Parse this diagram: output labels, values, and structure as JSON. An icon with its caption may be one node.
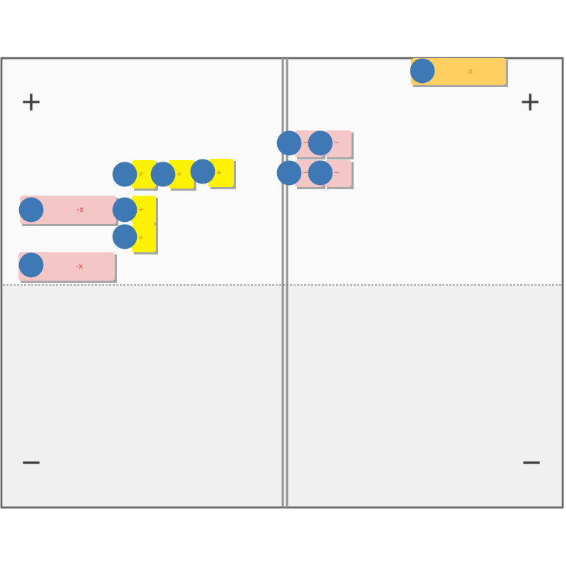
{
  "diagram": {
    "nodes": [
      {
        "text": [
          "x"
        ]
      },
      {
        "text": [
          "−"
        ]
      },
      {
        "text": [
          "−"
        ]
      },
      {
        "text": [
          "+"
        ]
      },
      {
        "text": [
          "+"
        ]
      },
      {
        "text": [
          "+"
        ]
      },
      {
        "text": [
          "−"
        ]
      },
      {
        "text": [
          "−"
        ]
      },
      {
        "text": [
          "-x"
        ]
      },
      {
        "text": [
          "+"
        ]
      },
      {
        "text": [
          "+"
        ]
      },
      {
        "text": [
          "-x"
        ]
      }
    ],
    "labels": [
      "+",
      "+",
      "−",
      "−"
    ]
  }
}
